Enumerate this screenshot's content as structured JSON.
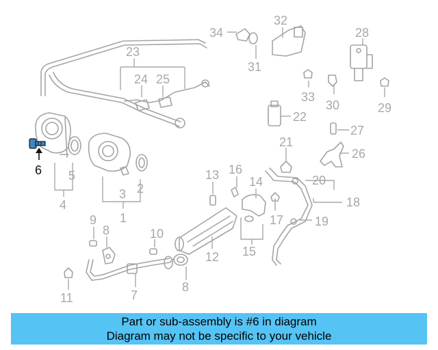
{
  "diagram": {
    "highlight_color": "#3a86c8",
    "labels": {
      "l1": "1",
      "l2": "2",
      "l3": "3",
      "l4": "4",
      "l5": "5",
      "l6": "6",
      "l7": "7",
      "l8a": "8",
      "l8b": "8",
      "l9": "9",
      "l10": "10",
      "l11": "11",
      "l12": "12",
      "l13": "13",
      "l14": "14",
      "l15": "15",
      "l16": "16",
      "l17": "17",
      "l18": "18",
      "l19": "19",
      "l20": "20",
      "l21": "21",
      "l22": "22",
      "l23": "23",
      "l24": "24",
      "l25": "25",
      "l26": "26",
      "l27": "27",
      "l28": "28",
      "l29": "29",
      "l30": "30",
      "l31": "31",
      "l32": "32",
      "l33": "33",
      "l34": "34"
    }
  },
  "banner": {
    "color": "#56c3f5",
    "line1": "Part or sub-assembly is #6 in diagram",
    "line2": "Diagram may not be specific to your vehicle"
  }
}
